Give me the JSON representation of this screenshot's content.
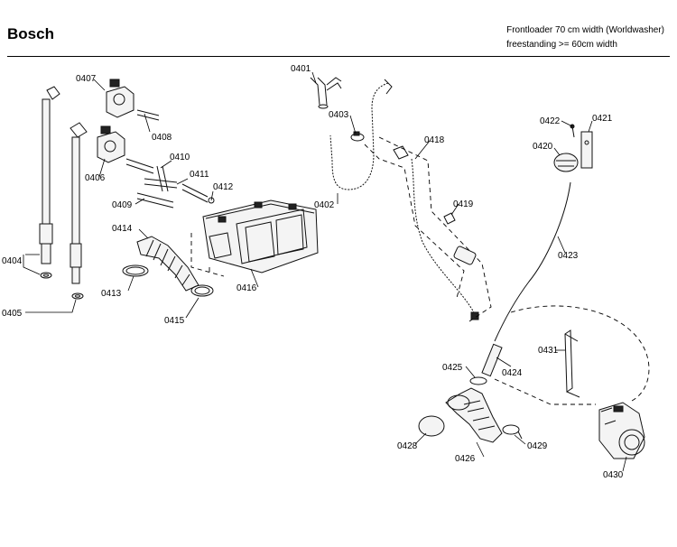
{
  "header": {
    "brand": "Bosch",
    "model_line_1": "Frontloader 70 cm width (Worldwasher)",
    "model_line_2": "freestanding >= 60cm width"
  },
  "callouts": {
    "p0401": "0401",
    "p0402": "0402",
    "p0403": "0403",
    "p0404": "0404",
    "p0405": "0405",
    "p0406": "0406",
    "p0407": "0407",
    "p0408": "0408",
    "p0409": "0409",
    "p0410": "0410",
    "p0411": "0411",
    "p0412": "0412",
    "p0413": "0413",
    "p0414": "0414",
    "p0415": "0415",
    "p0416": "0416",
    "p0418": "0418",
    "p0419": "0419",
    "p0420": "0420",
    "p0421": "0421",
    "p0422": "0422",
    "p0423": "0423",
    "p0424": "0424",
    "p0425": "0425",
    "p0426": "0426",
    "p0428": "0428",
    "p0429": "0429",
    "p0430": "0430",
    "p0431": "0431"
  }
}
